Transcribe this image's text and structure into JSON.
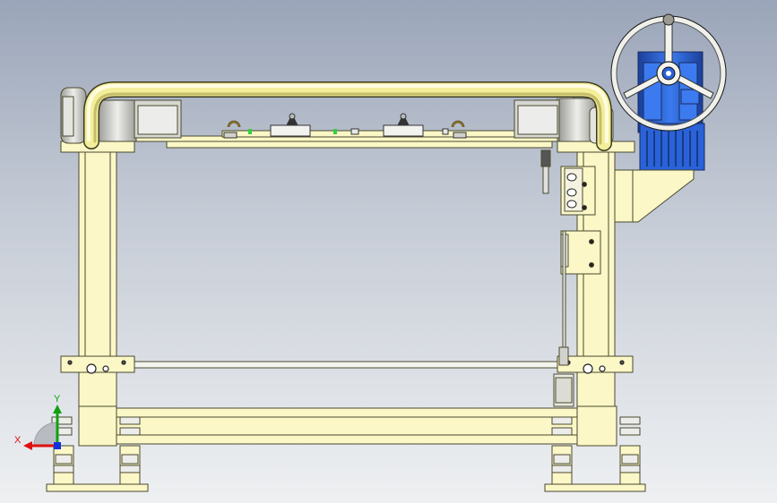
{
  "triad": {
    "x_label": "X",
    "y_label": "Y",
    "colors": {
      "x": "#e01010",
      "y": "#10a010",
      "z": "#1030e0"
    }
  },
  "colors": {
    "frame_fill": "#fbf7c6",
    "frame_stroke": "#4a4a30",
    "handrail": "#f3ee9a",
    "motor_blue": "#2a62d8",
    "motor_dark": "#1b3f9a",
    "steel_gray": "#cfd0cc",
    "background_top": "#9aa5b9",
    "background_bottom": "#eef0f2"
  },
  "parts": {
    "frame": "welded-frame",
    "handwheel": "handwheel",
    "gearbox": "worm-gear-reducer",
    "handrail": "handrail-tube",
    "fixture_plate": "fixture-plate",
    "leveling_feet": "leveling-feet"
  }
}
